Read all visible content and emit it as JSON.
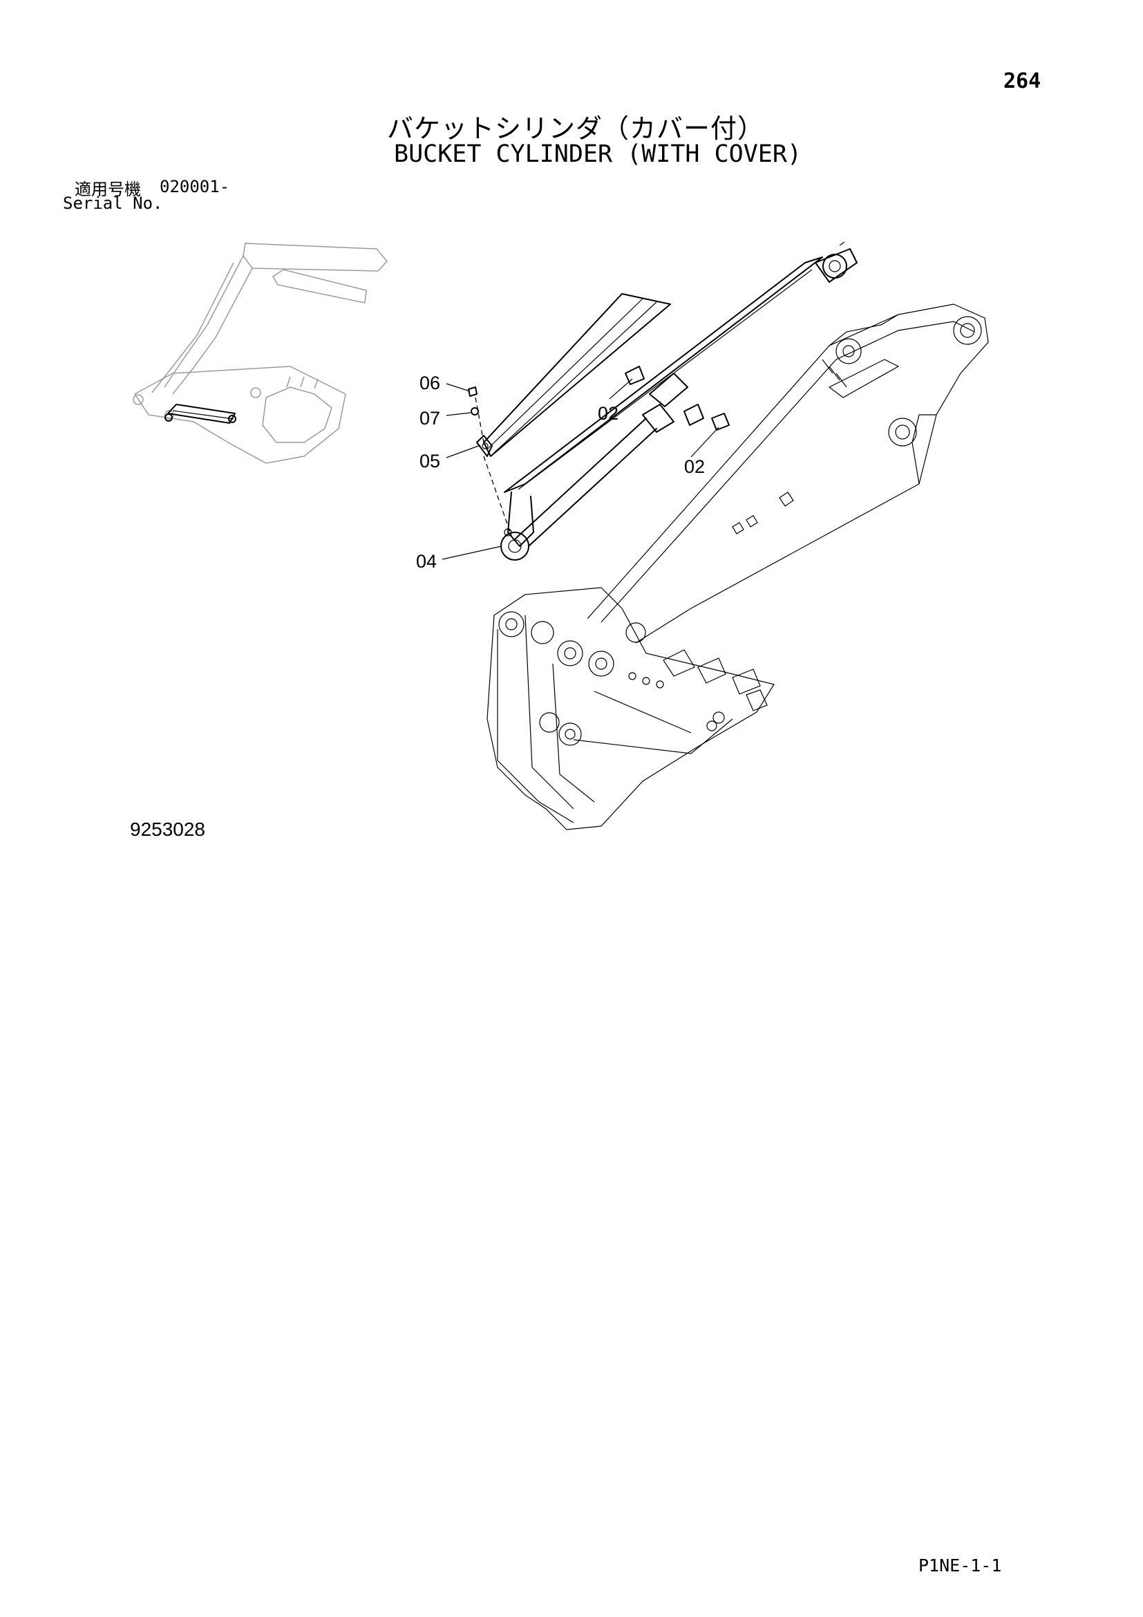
{
  "page_number": "264",
  "title_ja": "バケットシリンダ（カバー付）",
  "title_en": "BUCKET CYLINDER (WITH COVER)",
  "serial": {
    "label_ja": "適用号機",
    "value": "020001-",
    "label_en": "Serial No."
  },
  "callouts": {
    "c06": "06",
    "c07": "07",
    "c05": "05",
    "c04": "04",
    "c02a": "02",
    "c02b": "02"
  },
  "figure_number": "9253028",
  "page_code": "P1NE-1-1"
}
